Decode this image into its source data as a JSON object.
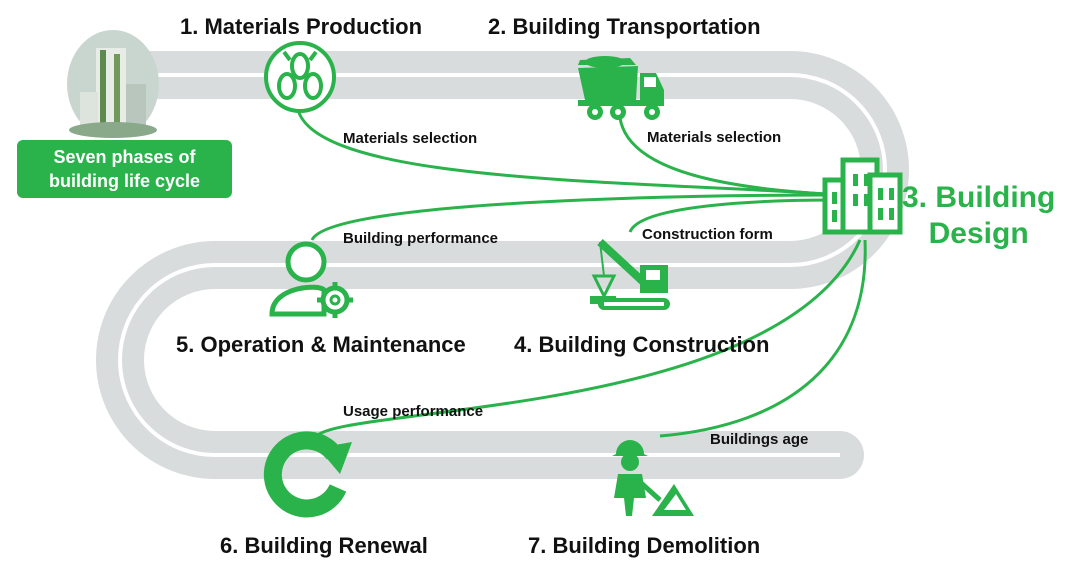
{
  "phases": {
    "p1": "1. Materials Production",
    "p2": "2. Building Transportation",
    "p3_line1": "3. Building",
    "p3_line2": "Design",
    "p4": "4. Building Construction",
    "p5": "5. Operation & Maintenance",
    "p6": "6. Building Renewal",
    "p7": "7. Building Demolition"
  },
  "links": {
    "l1": "Materials selection",
    "l2": "Materials selection",
    "l3": "Building performance",
    "l4": "Construction form",
    "l5": "Usage performance",
    "l6": "Buildings age"
  },
  "badge": {
    "line1": "Seven phases of",
    "line2": "building life cycle"
  },
  "colors": {
    "accent": "#2ab24b",
    "road": "#d9dcdd"
  },
  "icons": [
    "pipes-icon",
    "dump-truck-icon",
    "buildings-icon",
    "crane-icon",
    "person-gear-icon",
    "renew-arrow-icon",
    "worker-icon",
    "building-photo"
  ]
}
